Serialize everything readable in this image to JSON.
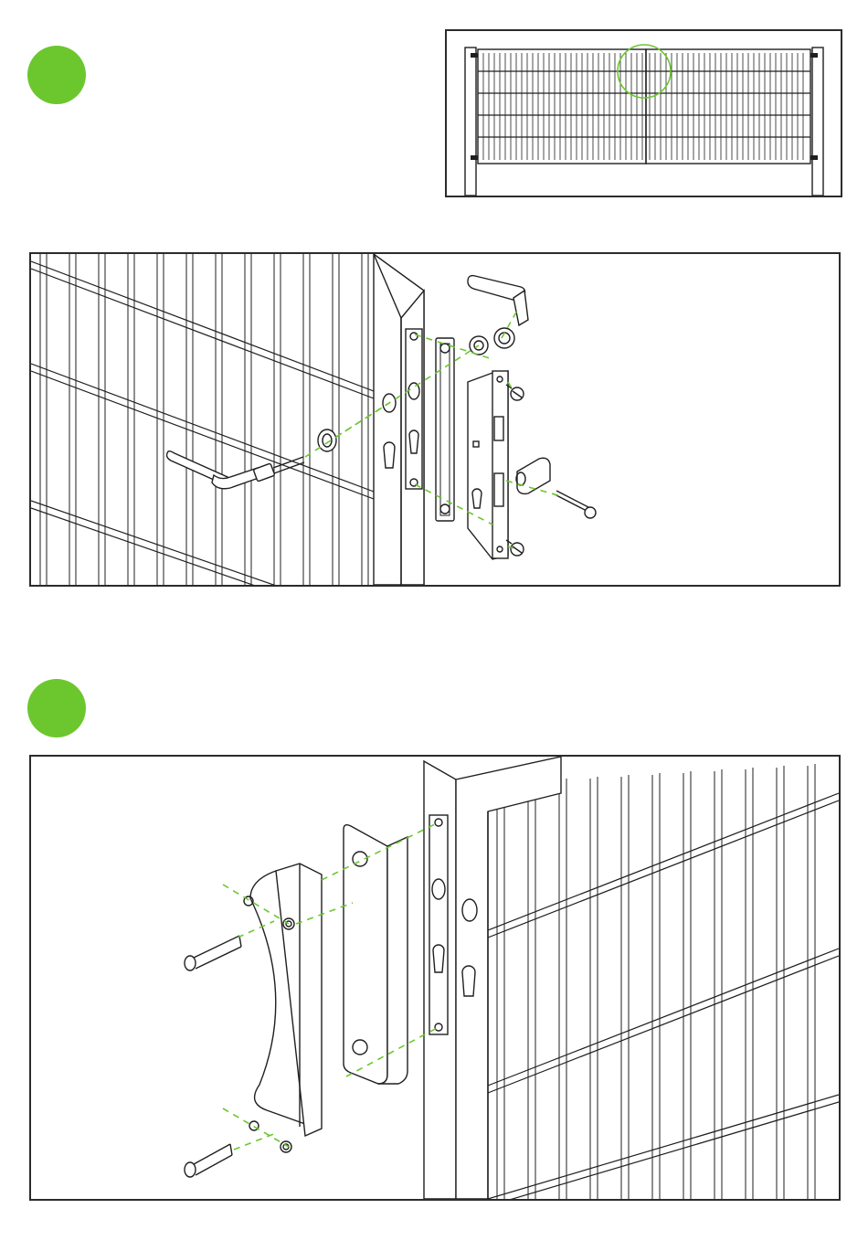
{
  "colors": {
    "accent": "#6cc72e",
    "line": "#1f1f1f",
    "frame": "#2b2b2b"
  },
  "steps": [
    {
      "id": "step-1",
      "marker": "green-circle"
    },
    {
      "id": "step-2",
      "marker": "green-circle"
    }
  ],
  "overview": {
    "highlight": "green-circle-center-latch"
  },
  "parts_step1": [
    "lever-handle-left",
    "rosette-left",
    "face-plate",
    "lock-body",
    "rosette-right",
    "lever-handle-right",
    "screws",
    "euro-cylinder",
    "cylinder-screw"
  ],
  "parts_step2": [
    "pull-handle-plate",
    "bolts",
    "nuts",
    "strike-bracket",
    "gate-post"
  ]
}
